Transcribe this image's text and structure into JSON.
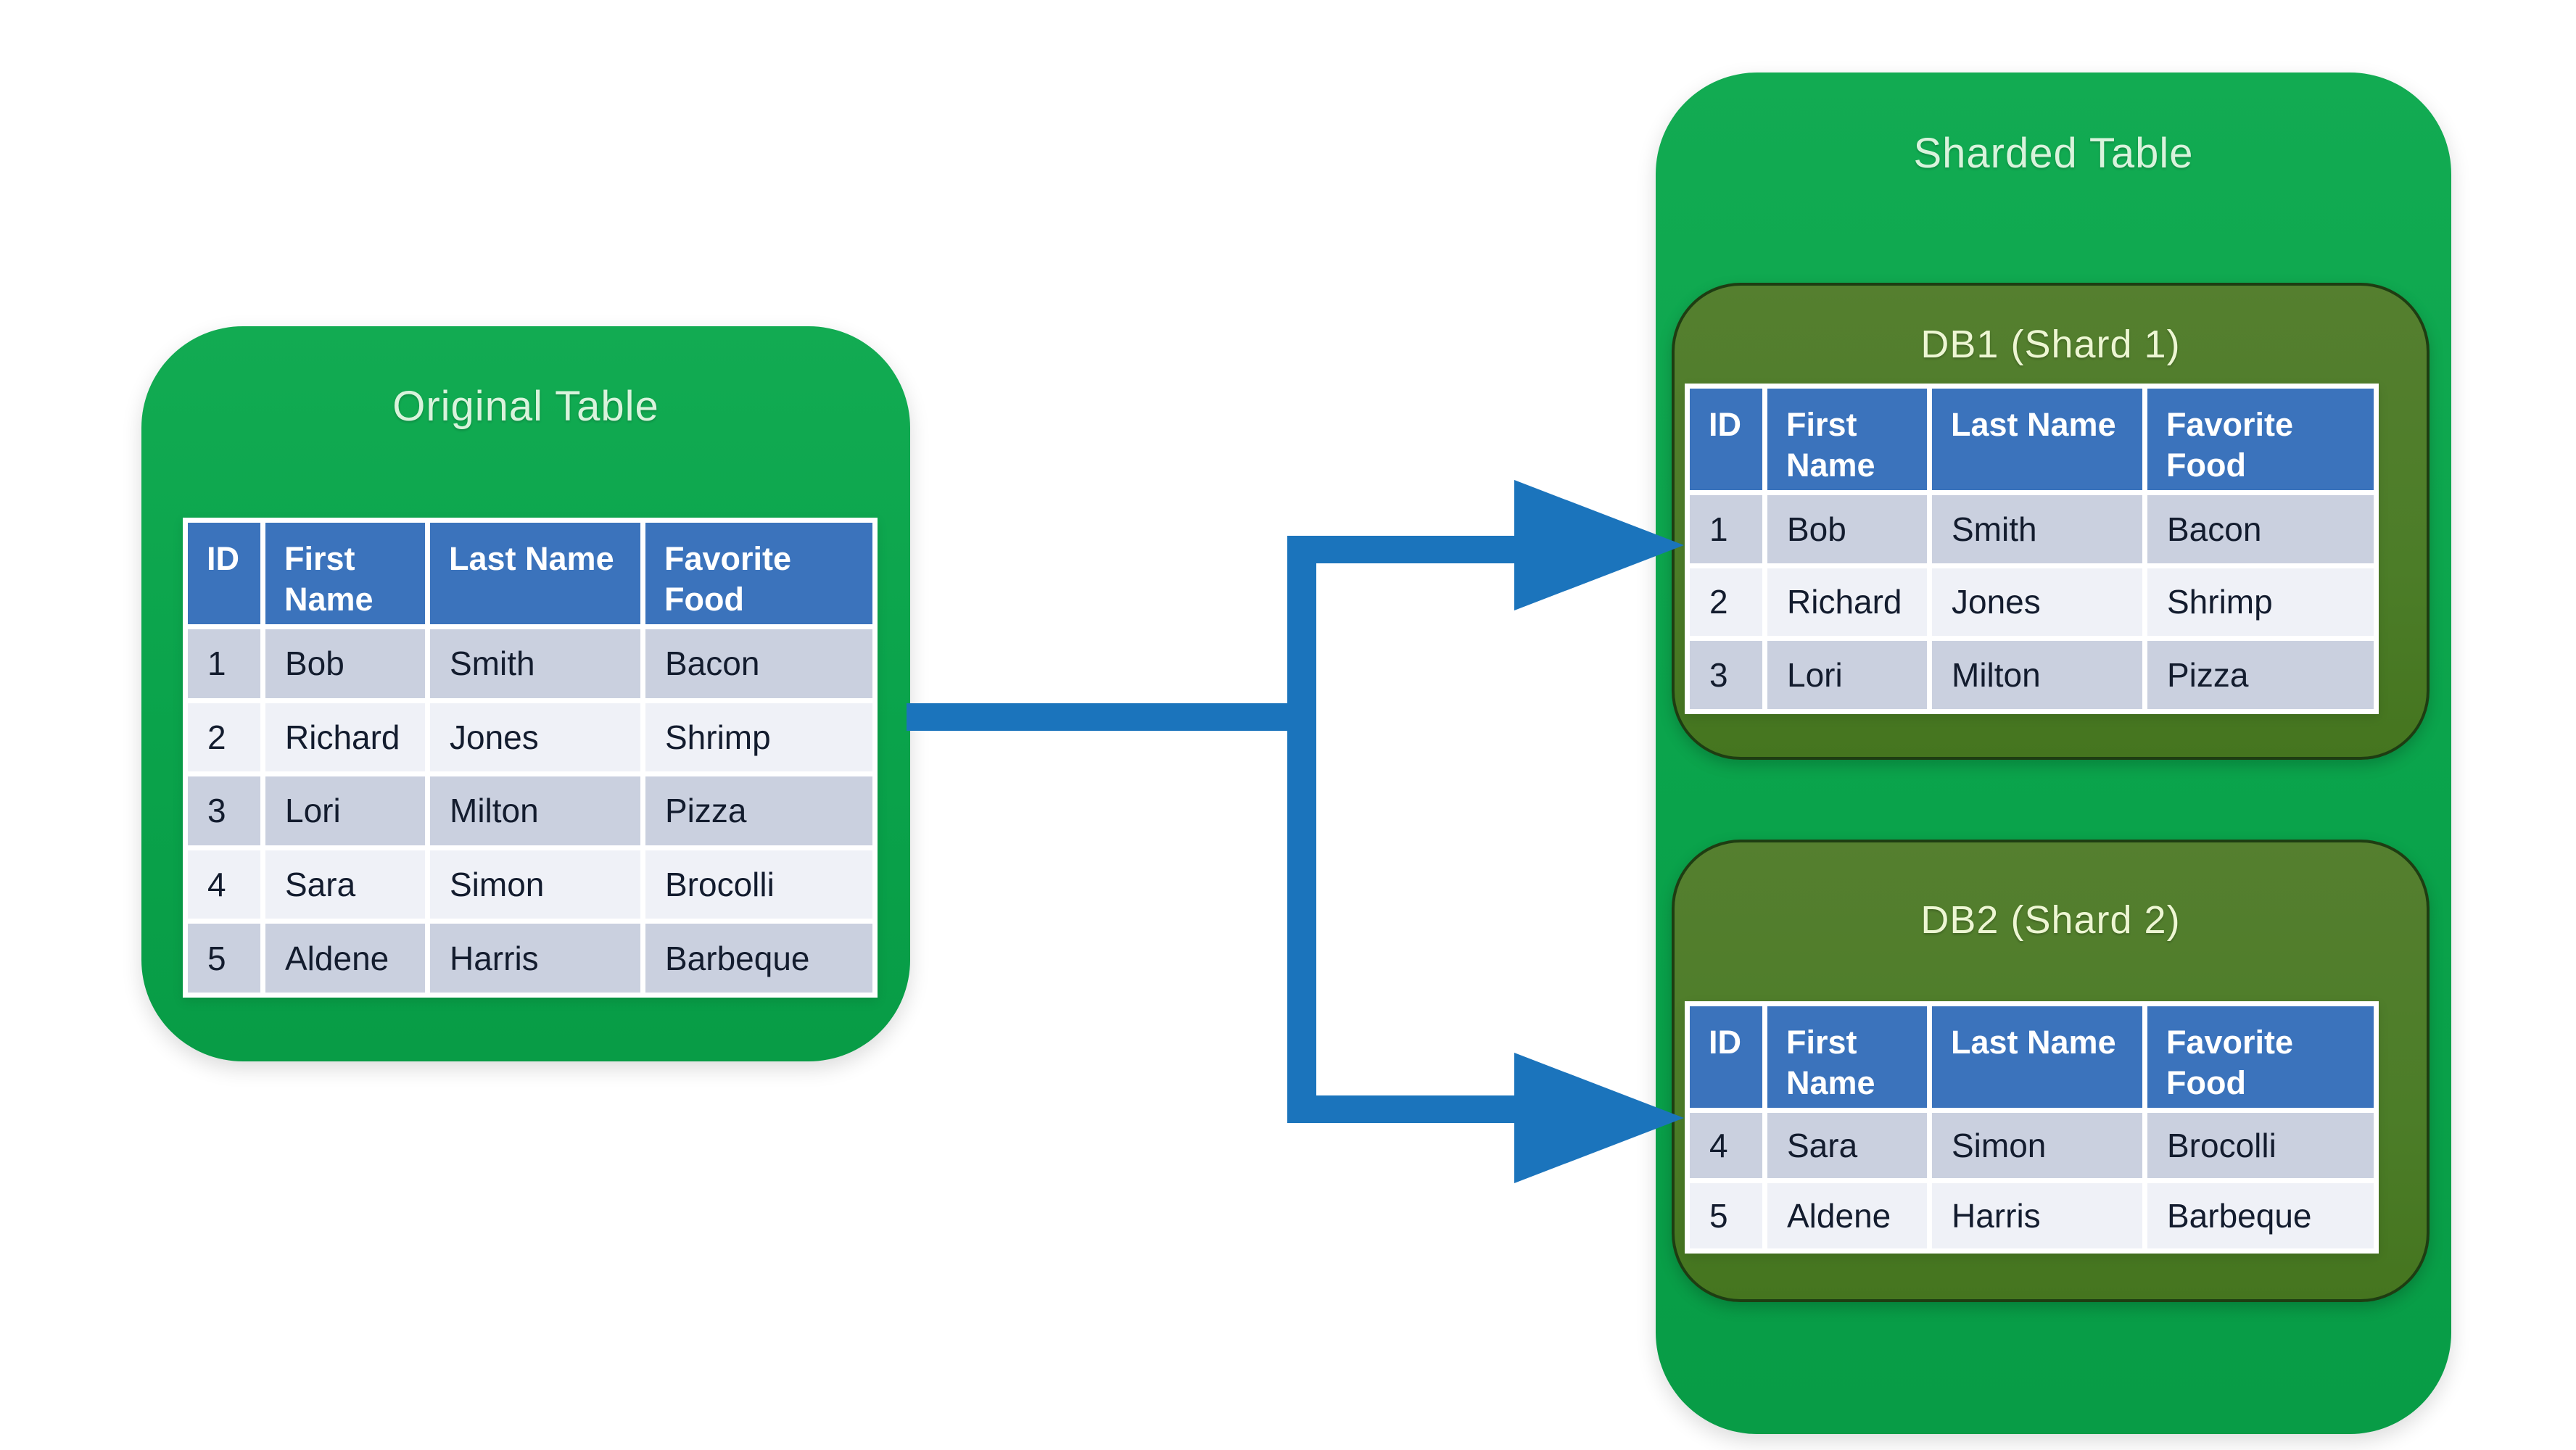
{
  "titles": {
    "original": "Original Table",
    "sharded": "Sharded Table",
    "shard1": "DB1 (Shard 1)",
    "shard2": "DB2 (Shard 2)"
  },
  "columns": [
    "ID",
    "First Name",
    "Last Name",
    "Favorite Food"
  ],
  "tables": {
    "original": {
      "rows": [
        [
          "1",
          "Bob",
          "Smith",
          "Bacon"
        ],
        [
          "2",
          "Richard",
          "Jones",
          "Shrimp"
        ],
        [
          "3",
          "Lori",
          "Milton",
          "Pizza"
        ],
        [
          "4",
          "Sara",
          "Simon",
          "Brocolli"
        ],
        [
          "5",
          "Aldene",
          "Harris",
          "Barbeque"
        ]
      ]
    },
    "shard1": {
      "rows": [
        [
          "1",
          "Bob",
          "Smith",
          "Bacon"
        ],
        [
          "2",
          "Richard",
          "Jones",
          "Shrimp"
        ],
        [
          "3",
          "Lori",
          "Milton",
          "Pizza"
        ]
      ]
    },
    "shard2": {
      "rows": [
        [
          "4",
          "Sara",
          "Simon",
          "Brocolli"
        ],
        [
          "5",
          "Aldene",
          "Harris",
          "Barbeque"
        ]
      ]
    }
  },
  "colors": {
    "outer_green": "#0aa34b",
    "inner_green": "#4c7d28",
    "inner_green_border": "#1e3d12",
    "header_blue": "#3b73bc",
    "row_dark": "#cad0df",
    "row_light": "#eff1f7",
    "arrow_blue": "#1b74bc",
    "title_text": "#d9f3dc",
    "shard_title_text": "#edf6d3",
    "cell_text": "#131c2e"
  }
}
